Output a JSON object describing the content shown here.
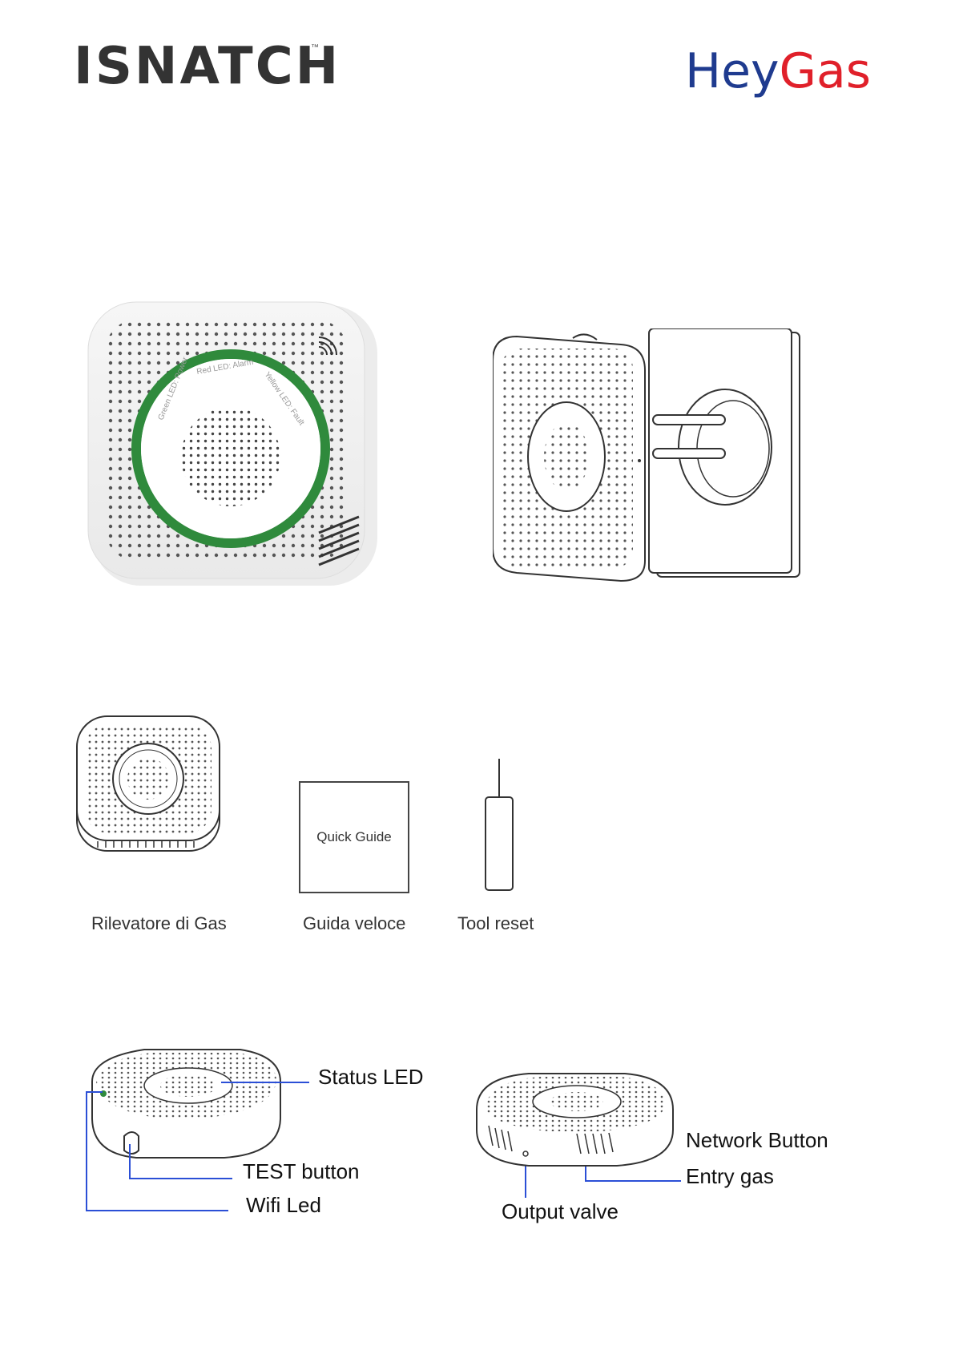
{
  "brand": {
    "left_logo": "ISNATCH",
    "left_logo_tm": "™",
    "right_logo_hey": "Hey",
    "right_logo_gas": "Gas"
  },
  "device_front": {
    "led_labels": [
      "Green LED: Power",
      "Red LED: Alarm",
      "Yellow LED: Fault"
    ]
  },
  "package": {
    "items": [
      {
        "label": "Rilevatore di Gas"
      },
      {
        "label": "Guida veloce"
      },
      {
        "label": "Tool reset"
      }
    ],
    "guide_box_text": "Quick Guide"
  },
  "diagram": {
    "left": [
      "Status LED",
      "TEST button",
      "Wifi Led"
    ],
    "right": [
      "Network Button",
      "Entry gas",
      "Output valve"
    ]
  },
  "colors": {
    "brand_blue": "#1f3b8f",
    "brand_red": "#e0202a",
    "ring_green": "#2f8a3c",
    "callout_blue": "#2b4fd6"
  }
}
